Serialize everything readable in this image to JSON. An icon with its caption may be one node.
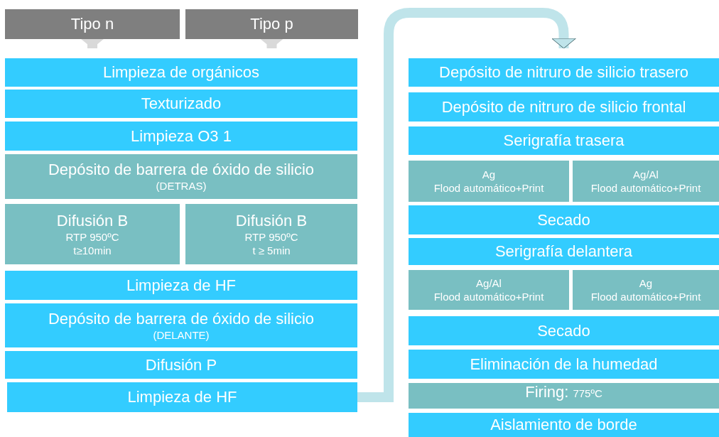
{
  "diagram": {
    "nodes": [
      {
        "text": [
          "Tipo n"
        ]
      },
      {
        "text": [
          "Tipo p"
        ]
      },
      {
        "text": [
          "Limpieza de orgánicos"
        ]
      },
      {
        "text": [
          "Texturizado"
        ]
      },
      {
        "text": [
          "Limpieza O3 1"
        ]
      },
      {
        "text": [
          "Depósito de barrera de óxido de silicio",
          "(DETRAS)"
        ]
      },
      {
        "text": [
          "Difusión B",
          "RTP 950ºC",
          "t≥10min"
        ]
      },
      {
        "text": [
          "Difusión B",
          "RTP 950ºC",
          "t ≥ 5min"
        ]
      },
      {
        "text": [
          "Limpieza de HF"
        ]
      },
      {
        "text": [
          "Depósito de barrera de óxido de silicio",
          "(DELANTE)"
        ]
      },
      {
        "text": [
          "Difusión P"
        ]
      },
      {
        "text": [
          "Limpieza de HF"
        ]
      },
      {
        "text": [
          "Depósito de nitruro de silicio trasero"
        ]
      },
      {
        "text": [
          "Depósito de nitruro de silicio frontal"
        ]
      },
      {
        "text": [
          "Serigrafía trasera"
        ]
      },
      {
        "text": [
          "Ag",
          "Flood automático+Print"
        ]
      },
      {
        "text": [
          "Ag/Al",
          "Flood automático+Print"
        ]
      },
      {
        "text": [
          "Secado"
        ]
      },
      {
        "text": [
          "Serigrafía delantera"
        ]
      },
      {
        "text": [
          "Ag/Al",
          "Flood automático+Print"
        ]
      },
      {
        "text": [
          "Ag",
          "Flood automático+Print"
        ]
      },
      {
        "text": [
          "Secado"
        ]
      },
      {
        "text": [
          "Eliminación de la humedad"
        ]
      },
      {
        "text": [
          "Firing:",
          "775ºC"
        ]
      },
      {
        "text": [
          "Aislamiento de borde"
        ]
      }
    ],
    "edges": [
      {
        "from": 0,
        "to": 2,
        "arrow": "to"
      },
      {
        "from": 1,
        "to": 2,
        "arrow": "to"
      },
      {
        "from": 11,
        "to": 12,
        "arrow": "to",
        "color": "#bfe4ea"
      }
    ]
  }
}
